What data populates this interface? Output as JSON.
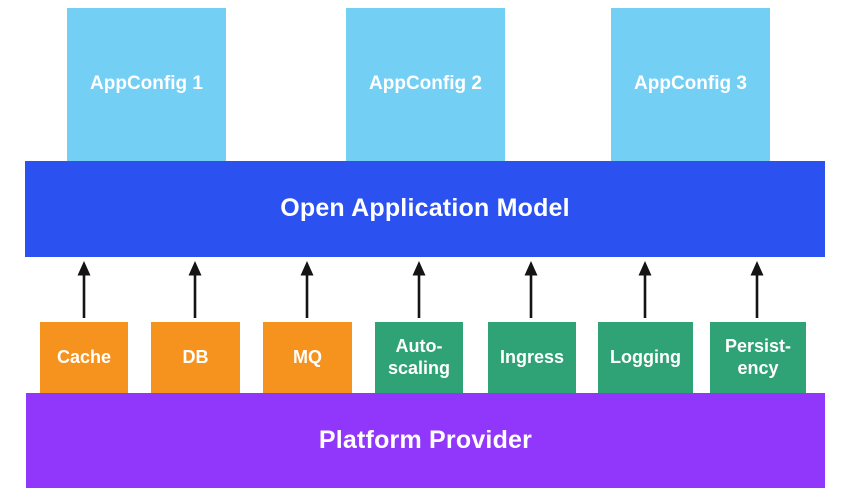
{
  "colors": {
    "app_box": "#74CFF5",
    "oam_bar": "#2B52F0",
    "component_orange": "#F6921E",
    "component_green": "#2FA276",
    "platform_bar": "#9136FB",
    "arrow": "#141414",
    "text": "#FFFFFF"
  },
  "app_configs": [
    {
      "label": "AppConfig 1"
    },
    {
      "label": "AppConfig 2"
    },
    {
      "label": "AppConfig 3"
    }
  ],
  "oam": {
    "label": "Open Application Model"
  },
  "components": [
    {
      "label": "Cache",
      "color": "#F6921E"
    },
    {
      "label": "DB",
      "color": "#F6921E"
    },
    {
      "label": "MQ",
      "color": "#F6921E"
    },
    {
      "label": "Auto-\nscaling",
      "color": "#2FA276"
    },
    {
      "label": "Ingress",
      "color": "#2FA276"
    },
    {
      "label": "Logging",
      "color": "#2FA276"
    },
    {
      "label": "Persist-\nency",
      "color": "#2FA276"
    }
  ],
  "platform": {
    "label": "Platform Provider"
  }
}
